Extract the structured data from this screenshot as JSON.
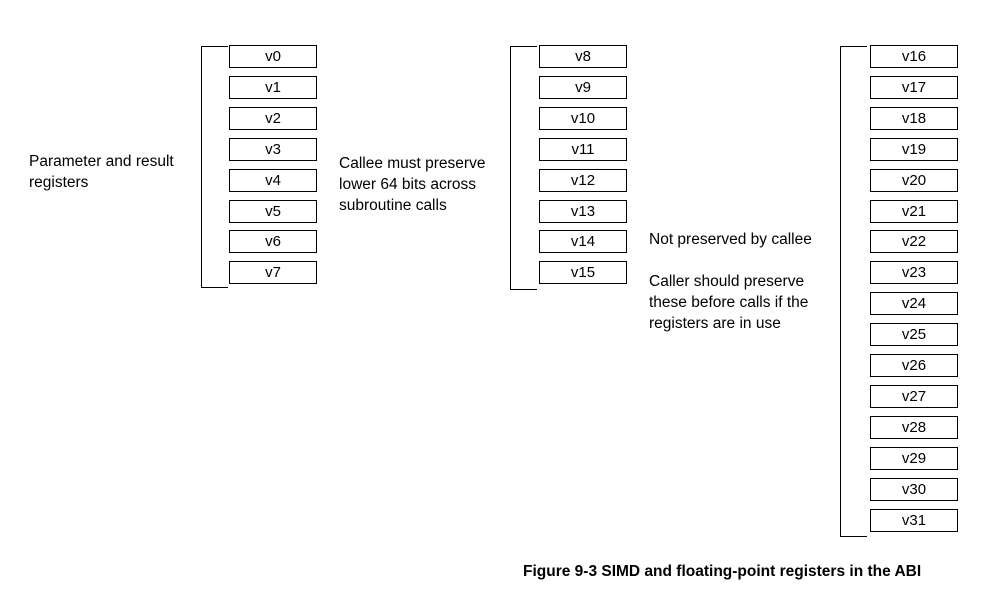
{
  "groups": [
    {
      "registers": [
        "v0",
        "v1",
        "v2",
        "v3",
        "v4",
        "v5",
        "v6",
        "v7"
      ],
      "description": [
        "Parameter and result",
        "registers"
      ]
    },
    {
      "registers": [
        "v8",
        "v9",
        "v10",
        "v11",
        "v12",
        "v13",
        "v14",
        "v15"
      ],
      "description": [
        "Callee must preserve",
        "lower 64 bits across",
        "subroutine calls"
      ]
    },
    {
      "registers": [
        "v16",
        "v17",
        "v18",
        "v19",
        "v20",
        "v21",
        "v22",
        "v23",
        "v24",
        "v25",
        "v26",
        "v27",
        "v28",
        "v29",
        "v30",
        "v31"
      ],
      "description": [
        "Not preserved by callee"
      ],
      "note": [
        "Caller should preserve",
        "these before calls if the",
        "registers are in use"
      ]
    }
  ],
  "caption": "Figure 9-3 SIMD and floating-point registers in the ABI"
}
